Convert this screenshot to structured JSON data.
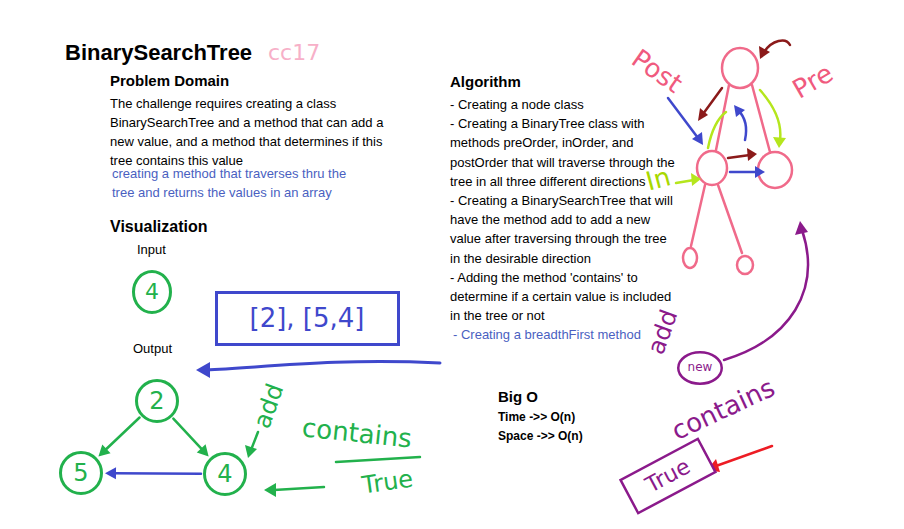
{
  "diagram": {
    "title": "BinarySearchTree",
    "nodes": [
      {
        "text": [
          "4"
        ]
      },
      {
        "text": [
          "[2], [5,4]"
        ]
      },
      {
        "text": [
          "2"
        ]
      },
      {
        "text": [
          "5"
        ]
      },
      {
        "text": [
          "4"
        ]
      },
      {
        "text": [
          "new"
        ]
      },
      {
        "text": [
          "True"
        ]
      }
    ],
    "edges": [
      {
        "from": 2,
        "to": 3,
        "arrow": "to"
      },
      {
        "from": 2,
        "to": 4,
        "arrow": "to"
      },
      {
        "from": 4,
        "to": 3,
        "arrow": "to"
      }
    ],
    "labels": [
      "cc17",
      "Problem Domain",
      "The challenge requires creating a class BinarySearchTree and a method that can add a new value, and a method that determines if this tree contains this value",
      "creating a method that traverses thru the tree and returns the values in an array",
      "Visualization",
      "Input",
      "Output",
      "add",
      "contains",
      "True",
      "Algorithm",
      "- Creating a node class",
      "- Creating a BinaryTree class with methods preOrder, inOrder, and postOrder that will traverse through the tree in all three different directions",
      "- Creating a BinarySearchTree that will have the method add to add a new value after traversing through the tree in the desirable direction",
      "- Adding the method 'contains' to determine if a certain value is included in the tree or not",
      "- Creating a breadthFirst method",
      "Big O",
      "Time ->> O(n)",
      "Space ->> O(n)",
      "Post",
      "Pre",
      "In",
      "add",
      "contains"
    ]
  }
}
